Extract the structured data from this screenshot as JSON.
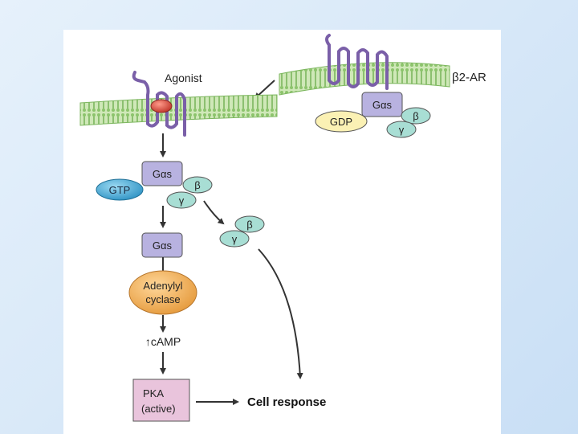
{
  "diagram": {
    "receptor_label": "β2-AR",
    "agonist_label": "Agonist",
    "inactive_complex": {
      "galpha": "Gαs",
      "nucleotide": "GDP",
      "beta": "β",
      "gamma": "γ"
    },
    "active_complex": {
      "galpha": "Gαs",
      "nucleotide": "GTP",
      "beta": "β",
      "gamma": "γ"
    },
    "released_dimer": {
      "beta": "β",
      "gamma": "γ"
    },
    "free_galpha": "Gαs",
    "effector_line1": "Adenylyl",
    "effector_line2": "cyclase",
    "second_messenger": "↑cAMP",
    "kinase_line1": "PKA",
    "kinase_line2": "(active)",
    "outcome": "Cell response"
  },
  "colors": {
    "membrane": "#a8d58a",
    "membrane_line": "#6aa84f",
    "receptor": "#7a5fa8",
    "galpha_fill": "#b8b2e0",
    "beta_gamma_fill": "#a8ded4",
    "gdp_fill": "#fbf1b4",
    "gtp_fill": "#4fb6de",
    "cyclase_fill": "#f3b35a",
    "pka_fill": "#e9c4dc",
    "agonist_fill": "#d94b3e",
    "arrow": "#333333"
  }
}
